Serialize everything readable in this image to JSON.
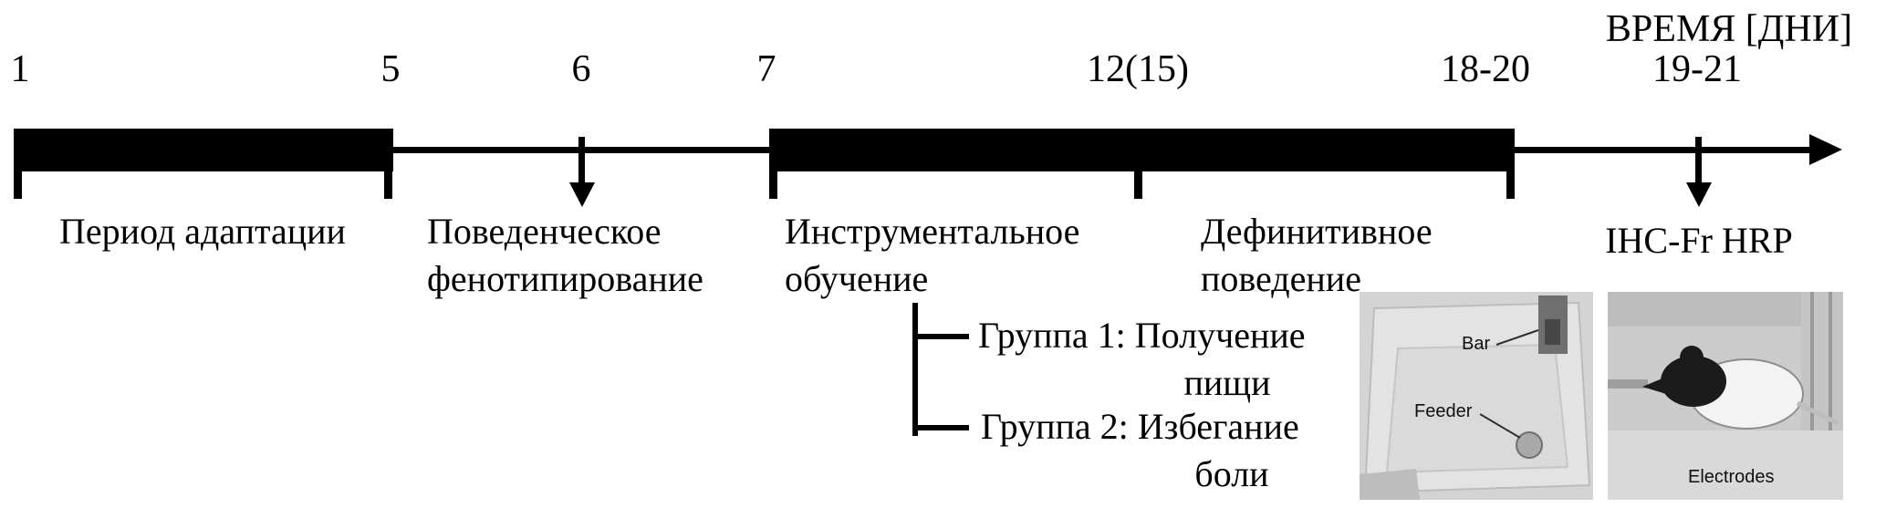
{
  "title": "ВРЕМЯ [ДНИ]",
  "days": {
    "d1": "1",
    "d5": "5",
    "d6": "6",
    "d7": "7",
    "d12": "12(15)",
    "d18": "18-20",
    "d19": "19-21"
  },
  "phases": {
    "adaptation": "Период адаптации",
    "phenotyping_line1": "Поведенческое",
    "phenotyping_line2": "фенотипирование",
    "instrumental_line1": "Инструментальное",
    "instrumental_line2": "обучение",
    "definitive_line1": "Дефинитивное",
    "definitive_line2": "поведение",
    "ihc": "IHC-Fr HRP"
  },
  "groups": {
    "group1_line1": "Группа 1: Получение",
    "group1_line2": "пищи",
    "group2_line1": "Группа 2: Избегание",
    "group2_line2": "боли"
  },
  "photos": {
    "operant_chamber": {
      "bar_label": "Bar",
      "feeder_label": "Feeder"
    },
    "rat": {
      "electrodes_label": "Electrodes"
    }
  },
  "colors": {
    "bar": "#000000",
    "background": "#ffffff"
  }
}
